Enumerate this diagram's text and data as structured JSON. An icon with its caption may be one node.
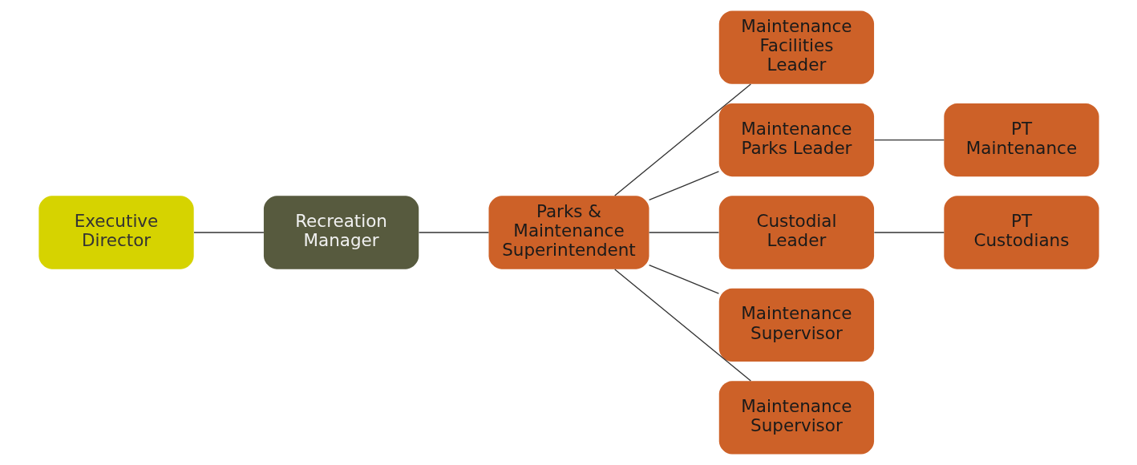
{
  "diagram": {
    "nodes": [
      {
        "text": [
          "Executive Director"
        ]
      },
      {
        "text": [
          "Recreation Manager"
        ]
      },
      {
        "text": [
          "Parks & Maintenance Superintendent"
        ]
      },
      {
        "text": [
          "Maintenance Facilities Leader"
        ]
      },
      {
        "text": [
          "Maintenance Parks Leader"
        ]
      },
      {
        "text": [
          "Custodial Leader"
        ]
      },
      {
        "text": [
          "Maintenance Supervisor"
        ]
      },
      {
        "text": [
          "Maintenance Supervisor"
        ]
      },
      {
        "text": [
          "PT Maintenance"
        ]
      },
      {
        "text": [
          "PT Custodians"
        ]
      }
    ],
    "edges": [
      {
        "from": 0,
        "to": 1,
        "arrow": "none"
      },
      {
        "from": 1,
        "to": 2,
        "arrow": "none"
      },
      {
        "from": 2,
        "to": 3,
        "arrow": "none"
      },
      {
        "from": 2,
        "to": 4,
        "arrow": "none"
      },
      {
        "from": 2,
        "to": 5,
        "arrow": "none"
      },
      {
        "from": 2,
        "to": 6,
        "arrow": "none"
      },
      {
        "from": 2,
        "to": 7,
        "arrow": "none"
      },
      {
        "from": 4,
        "to": 8,
        "arrow": "none"
      },
      {
        "from": 5,
        "to": 9,
        "arrow": "none"
      }
    ]
  }
}
